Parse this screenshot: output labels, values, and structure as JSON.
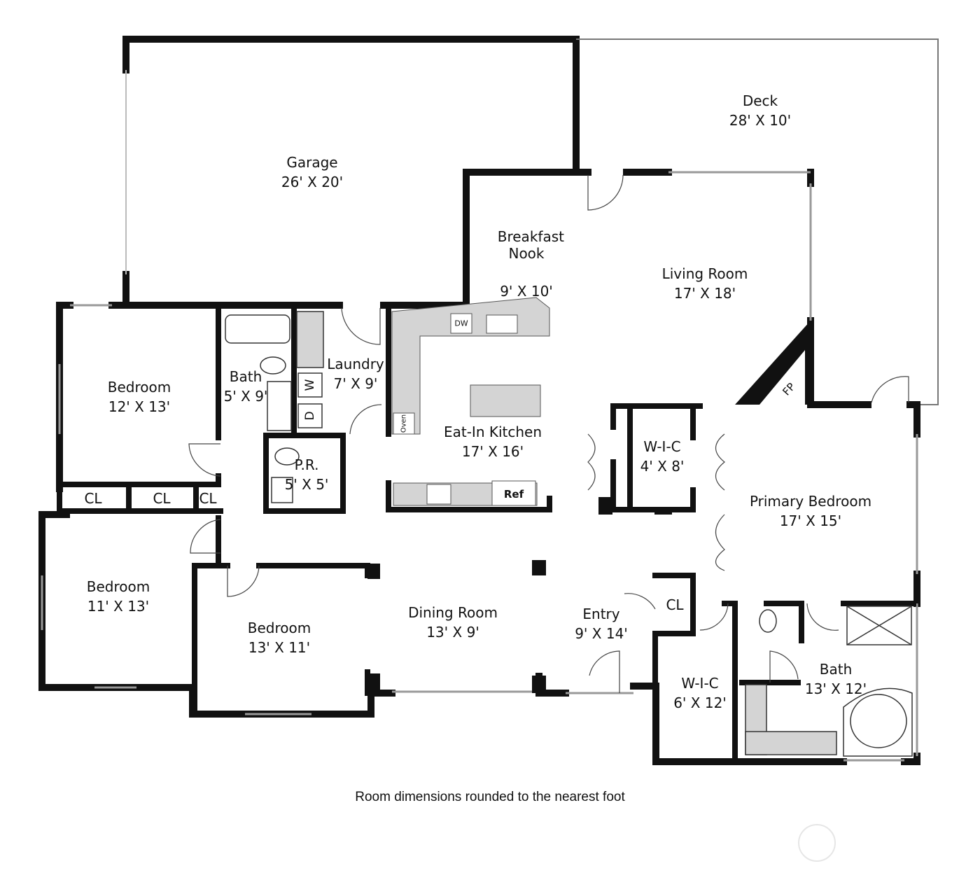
{
  "rooms": {
    "garage": {
      "name": "Garage",
      "dims": "26' X 20'"
    },
    "deck": {
      "name": "Deck",
      "dims": "28' X 10'"
    },
    "breakfast_nook": {
      "name": "Breakfast\nNook",
      "dims": "9' X 10'"
    },
    "living_room": {
      "name": "Living Room",
      "dims": "17' X 18'"
    },
    "bedroom_nw": {
      "name": "Bedroom",
      "dims": "12' X 13'"
    },
    "bath_hall": {
      "name": "Bath",
      "dims": "5' X 9'"
    },
    "laundry": {
      "name": "Laundry",
      "dims": "7' X 9'"
    },
    "eat_in_kitchen": {
      "name": "Eat-In Kitchen",
      "dims": "17' X 16'"
    },
    "powder_room": {
      "name": "P.R.",
      "dims": "5' X 5'"
    },
    "wic_primary": {
      "name": "W-I-C",
      "dims": "4' X 8'"
    },
    "primary_bedroom": {
      "name": "Primary Bedroom",
      "dims": "17' X 15'"
    },
    "bedroom_sw": {
      "name": "Bedroom",
      "dims": "11' X 13'"
    },
    "bedroom_s": {
      "name": "Bedroom",
      "dims": "13' X 11'"
    },
    "dining_room": {
      "name": "Dining Room",
      "dims": "13' X 9'"
    },
    "entry": {
      "name": "Entry",
      "dims": "9' X 14'"
    },
    "wic_bath": {
      "name": "W-I-C",
      "dims": "6' X 12'"
    },
    "primary_bath": {
      "name": "Bath",
      "dims": "13' X 12'"
    }
  },
  "closets": {
    "cl1": "CL",
    "cl2": "CL",
    "cl3": "CL",
    "cl4": "CL"
  },
  "fixtures": {
    "dishwasher": "DW",
    "oven": "Oven",
    "refrigerator": "Ref",
    "washer": "W",
    "dryer": "D",
    "fireplace": "FP"
  },
  "footer_note": "Room dimensions rounded to the nearest foot",
  "colors": {
    "wall": "#111111",
    "counter": "#d4d4d4",
    "background": "#ffffff"
  }
}
